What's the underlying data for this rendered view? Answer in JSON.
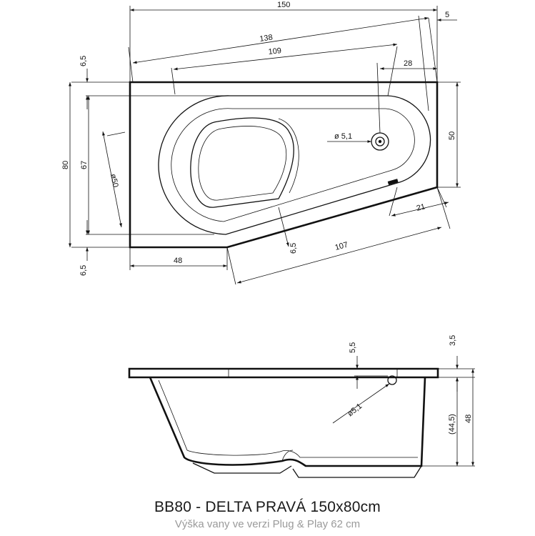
{
  "title": "BB80 - DELTA PRAVÁ 150x80cm",
  "subtitle": "Výška vany ve verzi Plug & Play 62 cm",
  "plan_dimensions": {
    "total_length": "150",
    "top_offset": "5",
    "inner_length": "138",
    "basin_length": "109",
    "drain_offset": "28",
    "top_margin": "6,5",
    "total_width": "80",
    "inner_width": "67",
    "basin_diameter": "ø50",
    "drain_diameter": "ø 5,1",
    "right_side": "50",
    "corner_offset": "21",
    "bottom_left": "48",
    "bottom_margin": "6,5",
    "rim_width": "6,5",
    "diagonal_length": "107"
  },
  "section_dimensions": {
    "drain_height": "5,5",
    "rim_height": "3,5",
    "drain_diameter": "ø5,1",
    "inner_depth": "(44,5)",
    "total_height": "48"
  }
}
